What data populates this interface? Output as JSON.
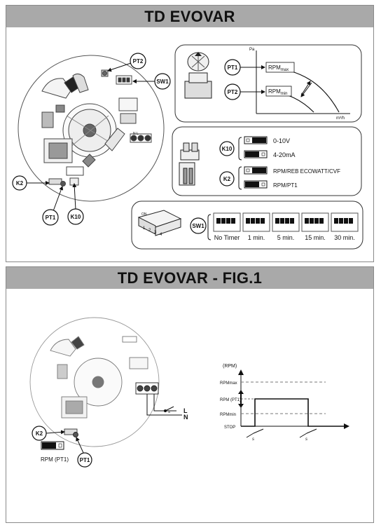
{
  "top_panel": {
    "title": "TD EVOVAR",
    "callouts": {
      "pt2": "PT2",
      "sw1": "SW1",
      "k2": "K2",
      "pt1": "PT1",
      "k10": "K10"
    },
    "rpm_graph": {
      "y_axis": "Pa",
      "x_axis": "m³/h",
      "rpm_max_main": "RPM",
      "rpm_max_sub": "max",
      "rpm_min_main": "RPM",
      "rpm_min_sub": "min",
      "pt1": "PT1",
      "pt2": "PT2"
    },
    "k10_box": {
      "label": "K10",
      "option_1": "0-10V",
      "option_2": "4-20mA"
    },
    "k2_box": {
      "label": "K2",
      "option_1": "RPM/REB ECOWATT/CVF",
      "option_2": "RPM/PT1"
    },
    "sw1_box": {
      "label": "SW1",
      "on_label": "ON",
      "switch_numbers": [
        "1",
        "2",
        "3",
        "4"
      ],
      "settings": [
        "No Timer",
        "1 min.",
        "5 min.",
        "15 min.",
        "30 min."
      ]
    },
    "board_labels": {
      "terminal": "N L"
    }
  },
  "bottom_panel": {
    "title": "TD EVOVAR - FIG.1",
    "callouts": {
      "k2": "K2",
      "pt1": "PT1"
    },
    "jumper_caption": "RPM (PT1)",
    "mains": {
      "l": "L",
      "n": "N"
    },
    "timing_chart": {
      "y_axis": "(RPM)",
      "levels": [
        "RPMmax",
        "RPM (PT1)",
        "RPMmin",
        "STOP"
      ],
      "switch_marks": [
        "s",
        "s"
      ]
    }
  }
}
